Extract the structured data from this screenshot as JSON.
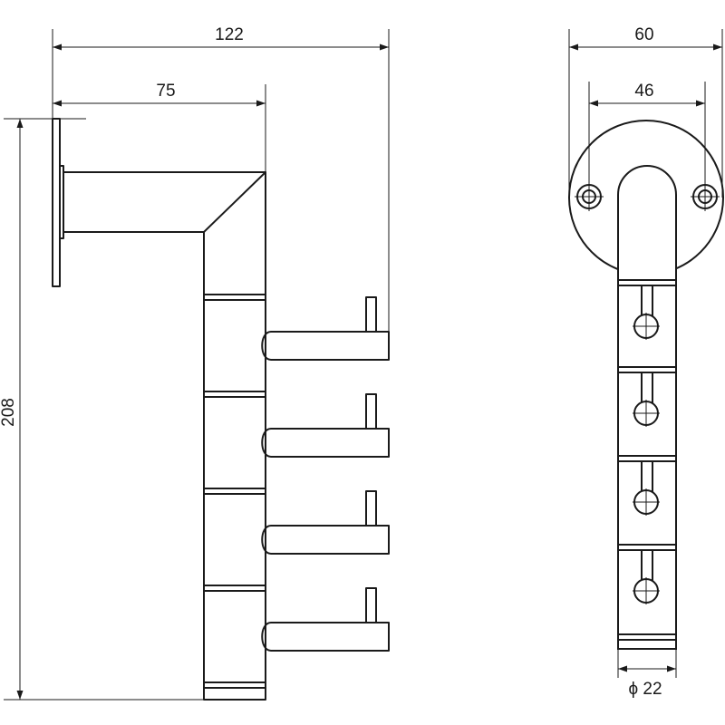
{
  "dimensions": {
    "side_width_total": "122",
    "side_width_arm": "75",
    "side_height": "208",
    "front_width": "60",
    "front_hole_spacing": "46",
    "front_diameter": "ϕ 22"
  }
}
